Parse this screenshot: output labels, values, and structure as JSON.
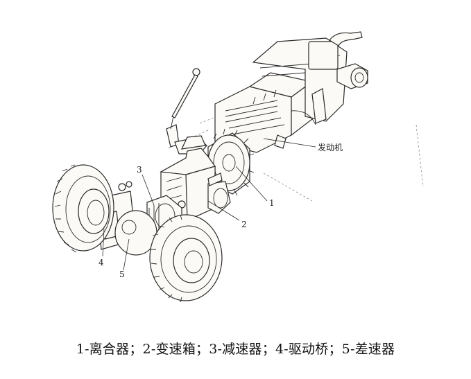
{
  "labels": {
    "engine": "发动机",
    "n1": "1",
    "n2": "2",
    "n3": "3",
    "n4": "4",
    "n5": "5"
  },
  "caption": "1-离合器；2-变速箱；3-减速器；4-驱动桥；5-差速器"
}
